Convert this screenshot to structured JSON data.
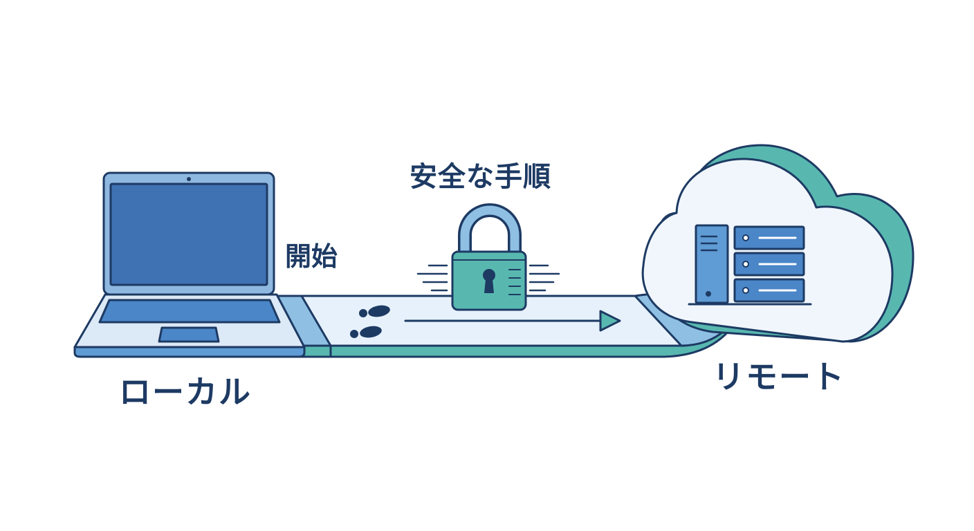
{
  "labels": {
    "local": "ローカル",
    "start": "開始",
    "secure_procedure": "安全な手順",
    "remote": "リモート"
  },
  "icons": {
    "local_machine": "laptop-icon",
    "path": "pathway",
    "steps": "footprints-icon",
    "direction": "arrow-right-icon",
    "security": "padlock-icon",
    "remote_host": "cloud-server-icon"
  },
  "colors": {
    "outline": "#1d3a63",
    "screen": "#3e72b3",
    "laptop_body": "#dce9f6",
    "laptop_bezel": "#8fb8e1",
    "path_fill": "#e6f1fb",
    "teal": "#58b8b0",
    "cloud_fill": "#f0f6fc",
    "server_blue": "#4a86c8"
  }
}
